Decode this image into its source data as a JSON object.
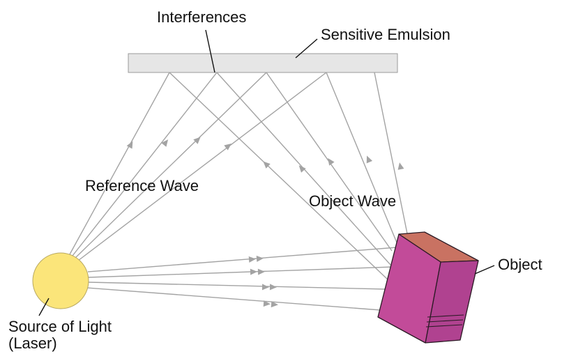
{
  "labels": {
    "interferences": "Interferences",
    "sensitive_emulsion": "Sensitive Emulsion",
    "reference_wave": "Reference Wave",
    "object_wave": "Object Wave",
    "object": "Object",
    "source_line1": "Source of Light",
    "source_line2": "(Laser)"
  },
  "colors": {
    "ray": "#a3a3a3",
    "emulsion_fill": "#e6e6e6",
    "emulsion_stroke": "#9a9a9a",
    "source_fill": "#fbe57a",
    "source_stroke": "#b8a860",
    "object_front": "#c24b99",
    "object_side": "#b04290",
    "object_top": "#c97262",
    "object_stroke": "#2a1a24"
  }
}
